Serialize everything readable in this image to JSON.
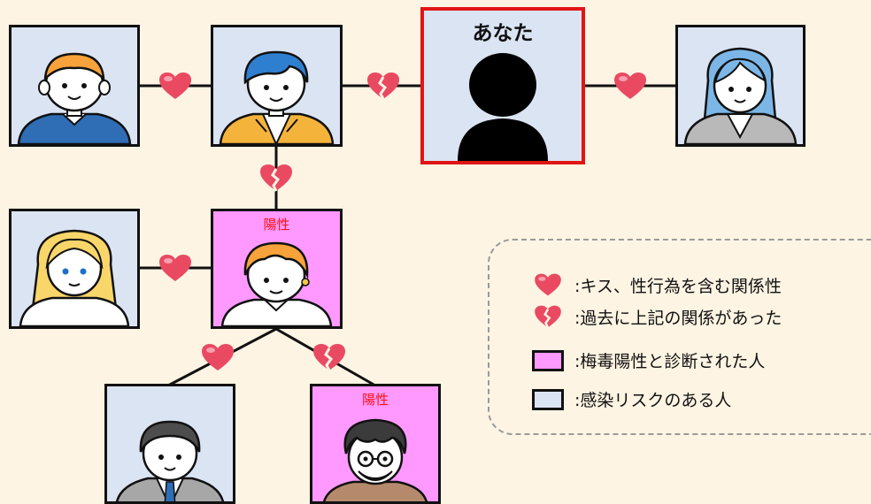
{
  "colors": {
    "background": "#fdf4e3",
    "positive_fill": "#ff99ff",
    "at_risk_fill": "#dbe4f3",
    "you_border": "#e01515",
    "heart": "#e94a62",
    "positive_label": "#ff1010"
  },
  "nodes": [
    {
      "id": "p1",
      "fill": "at_risk",
      "label": "",
      "avatar": "boy-orange-hair-blue-shirt"
    },
    {
      "id": "p2",
      "fill": "at_risk",
      "label": "",
      "avatar": "boy-blue-hair-yellow-jacket"
    },
    {
      "id": "you",
      "fill": "at_risk",
      "label": "あなた",
      "avatar": "black-silhouette"
    },
    {
      "id": "p4",
      "fill": "at_risk",
      "label": "",
      "avatar": "woman-blue-hair-gray-blazer"
    },
    {
      "id": "p5",
      "fill": "at_risk",
      "label": "",
      "avatar": "woman-blonde-hair-white-top"
    },
    {
      "id": "p6",
      "fill": "positive",
      "label": "陽性",
      "avatar": "person-orange-hair-white-collar"
    },
    {
      "id": "p7",
      "fill": "at_risk",
      "label": "",
      "avatar": "man-dark-hair-suit-tie"
    },
    {
      "id": "p8",
      "fill": "positive",
      "label": "陽性",
      "avatar": "man-glasses-beard-curly-hair"
    }
  ],
  "edges": [
    {
      "from": "p1",
      "to": "p2",
      "type": "current"
    },
    {
      "from": "p2",
      "to": "you",
      "type": "past"
    },
    {
      "from": "you",
      "to": "p4",
      "type": "current"
    },
    {
      "from": "p2",
      "to": "p6",
      "type": "past"
    },
    {
      "from": "p5",
      "to": "p6",
      "type": "current"
    },
    {
      "from": "p6",
      "to": "p7",
      "type": "current"
    },
    {
      "from": "p6",
      "to": "p8",
      "type": "past"
    }
  ],
  "legend": {
    "current": ":キス、性行為を含む関係性",
    "past": ":過去に上記の関係があった",
    "positive": ":梅毒陽性と診断された人",
    "at_risk": ":感染リスクのある人"
  }
}
